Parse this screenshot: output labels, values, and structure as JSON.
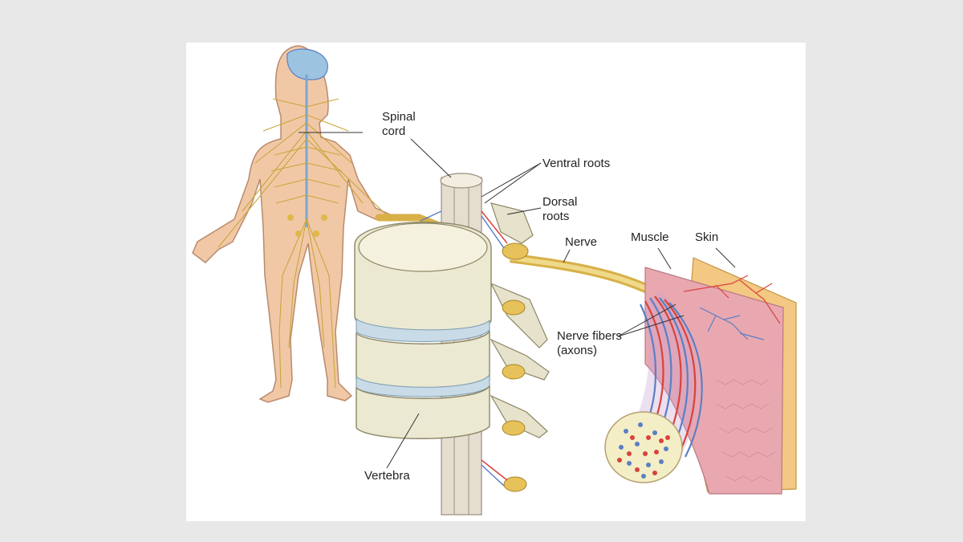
{
  "labels": {
    "spinal_cord_1": "Spinal",
    "spinal_cord_2": "cord",
    "ventral_roots": "Ventral roots",
    "dorsal_roots_1": "Dorsal",
    "dorsal_roots_2": "roots",
    "nerve": "Nerve",
    "muscle": "Muscle",
    "skin": "Skin",
    "nerve_fibers_1": "Nerve fibers",
    "nerve_fibers_2": "(axons)",
    "vertebra": "Vertebra"
  },
  "colors": {
    "nerve": "#e7c25a",
    "bone": "#ece9d2",
    "disc": "#c9dbe6",
    "skin_body": "#f1c8a6",
    "muscle": "#e9a8b0",
    "skin_layer": "#f2c882",
    "axon_red": "#d9433c",
    "axon_blue": "#5b7fc4",
    "brain": "#9cc3e0"
  }
}
